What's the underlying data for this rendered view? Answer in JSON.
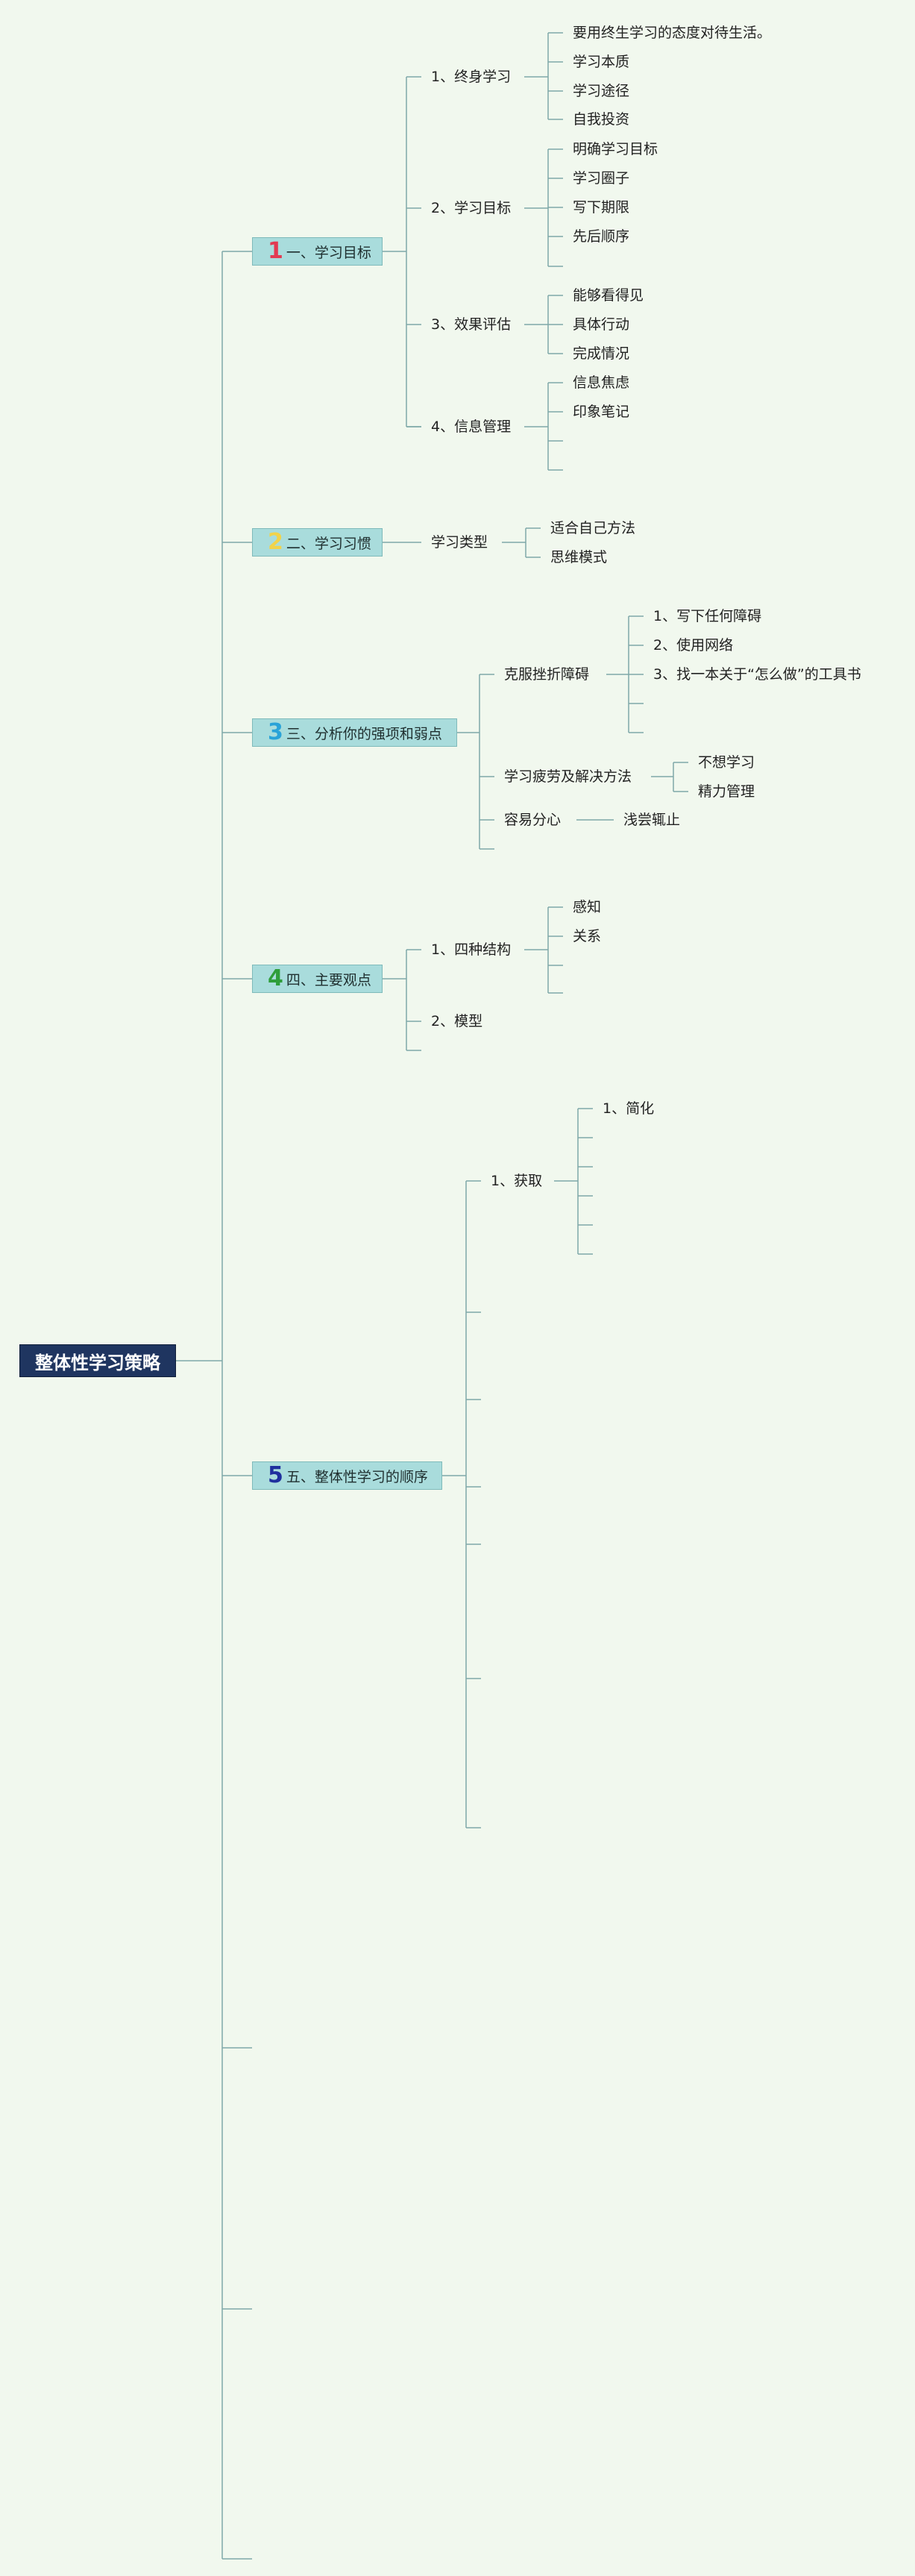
{
  "root": {
    "label": "整体性学习策略"
  },
  "colors": {
    "background": "#f1f8ee",
    "root_fill": "#1f3560",
    "main_fill": "#a9dcdc",
    "line": "#7fa8a8",
    "num_1": "#e23a52",
    "num_2": "#f2d34a",
    "num_3": "#2aa3d8",
    "num_4": "#2f9e3a",
    "num_5": "#1f2f9e"
  },
  "branches": [
    {
      "num": "1",
      "label": "一、学习目标",
      "children": [
        {
          "label": "1、终身学习",
          "children": [
            "要用终生学习的态度对待生活。",
            "学习本质",
            "学习途径",
            "自我投资"
          ]
        },
        {
          "label": "2、学习目标",
          "children": [
            "明确学习目标",
            "学习圈子",
            "写下期限",
            "先后顺序"
          ]
        },
        {
          "label": "3、效果评估",
          "children": [
            "能够看得见",
            "具体行动",
            "完成情况"
          ]
        },
        {
          "label": "4、信息管理",
          "children": [
            "信息焦虑",
            "印象笔记"
          ]
        }
      ]
    },
    {
      "num": "2",
      "label": "二、学习习惯",
      "children": [
        {
          "label": "学习类型",
          "children": [
            "适合自己方法",
            "思维模式"
          ]
        }
      ]
    },
    {
      "num": "3",
      "label": "三、分析你的强项和弱点",
      "children": [
        {
          "label": "克服挫折障碍",
          "children": [
            "1、写下任何障碍",
            "2、使用网络",
            "3、找一本关于“怎么做”的工具书"
          ]
        },
        {
          "label": "学习疲劳及解决方法",
          "children": [
            "不想学习",
            "精力管理"
          ]
        },
        {
          "label": "容易分心",
          "children": [
            "浅尝辄止"
          ]
        }
      ]
    },
    {
      "num": "4",
      "label": "四、主要观点",
      "children": [
        {
          "label": "1、四种结构",
          "children": [
            "感知",
            "关系"
          ]
        },
        {
          "label": "2、模型",
          "children": []
        }
      ]
    },
    {
      "num": "5",
      "label": "五、整体性学习的顺序",
      "children": [
        {
          "label": "1、获取",
          "children": [
            "1、简化"
          ]
        }
      ]
    }
  ]
}
